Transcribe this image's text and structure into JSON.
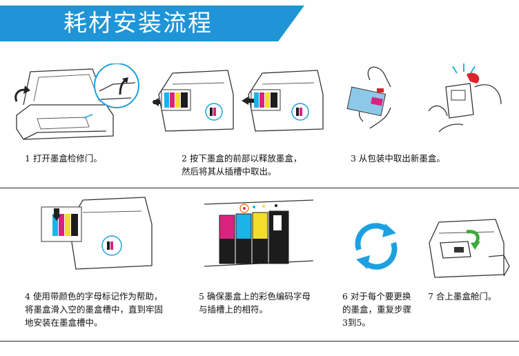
{
  "header": {
    "title": "耗材安装流程"
  },
  "colors": {
    "banner": "#1f94d6",
    "accent": "#1ea0e0",
    "cyan": "#19b4e8",
    "magenta": "#d9237f",
    "yellow": "#f4dc2c",
    "black": "#1c1c1c",
    "arrow_green": "#3fa83b",
    "cap_red": "#d8242b"
  },
  "steps": [
    {
      "caption": "1 打开墨盒检修门。"
    },
    {
      "caption": "2 按下墨盒的前部以释放墨盒，\n然后将其从插槽中取出。"
    },
    {
      "caption": "3 从包装中取出新墨盒。"
    },
    {
      "caption": "4 使用带颜色的字母标记作为帮助，\n将墨盒滑入空的墨盒槽中，直到牢固\n地安装在墨盒槽中。"
    },
    {
      "caption": "5 确保墨盒上的彩色编码字母\n与插槽上的相符。"
    },
    {
      "caption": "6 对于每个要更换\n的墨盒，重复步骤\n3到5。"
    },
    {
      "caption": "7 合上墨盒舱门。"
    }
  ]
}
